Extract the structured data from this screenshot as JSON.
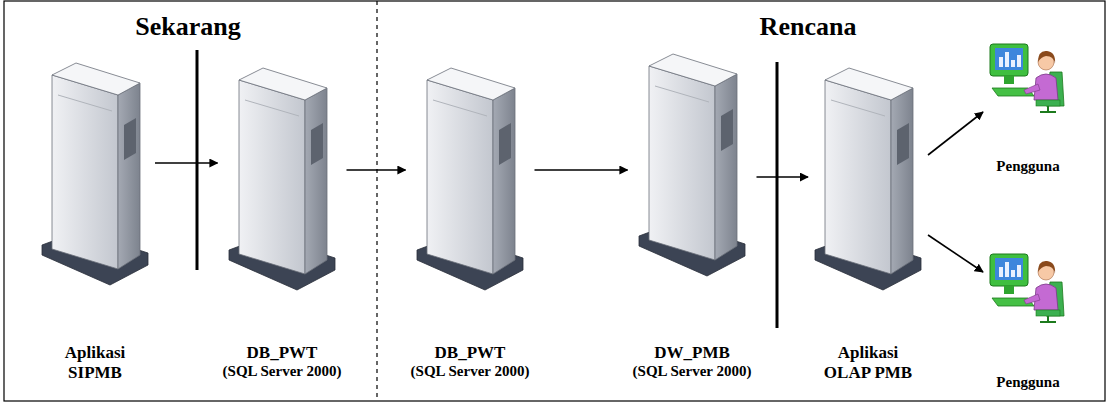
{
  "diagram": {
    "nodes": [
      {
        "text": [
          "Aplikasi SIPMB"
        ]
      },
      {
        "text": [
          "DB_PWT",
          "(SQL Server 2000)"
        ]
      },
      {
        "text": [
          "DB_PWT",
          "(SQL Server 2000)"
        ]
      },
      {
        "text": [
          "DW_PMB",
          "(SQL Server 2000)"
        ]
      },
      {
        "text": [
          "Aplikasi OLAP PMB"
        ]
      },
      {
        "text": [
          "Pengguna"
        ]
      },
      {
        "text": [
          "Pengguna"
        ]
      }
    ],
    "edges": [
      {
        "from": 0,
        "to": 1,
        "arrow": "to"
      },
      {
        "from": 1,
        "to": 2,
        "arrow": "to"
      },
      {
        "from": 2,
        "to": 3,
        "arrow": "to"
      },
      {
        "from": 3,
        "to": 4,
        "arrow": "to"
      },
      {
        "from": 4,
        "to": 5,
        "arrow": "to"
      },
      {
        "from": 4,
        "to": 6,
        "arrow": "to"
      }
    ],
    "labels": [
      "Sekarang",
      "Rencana"
    ]
  }
}
